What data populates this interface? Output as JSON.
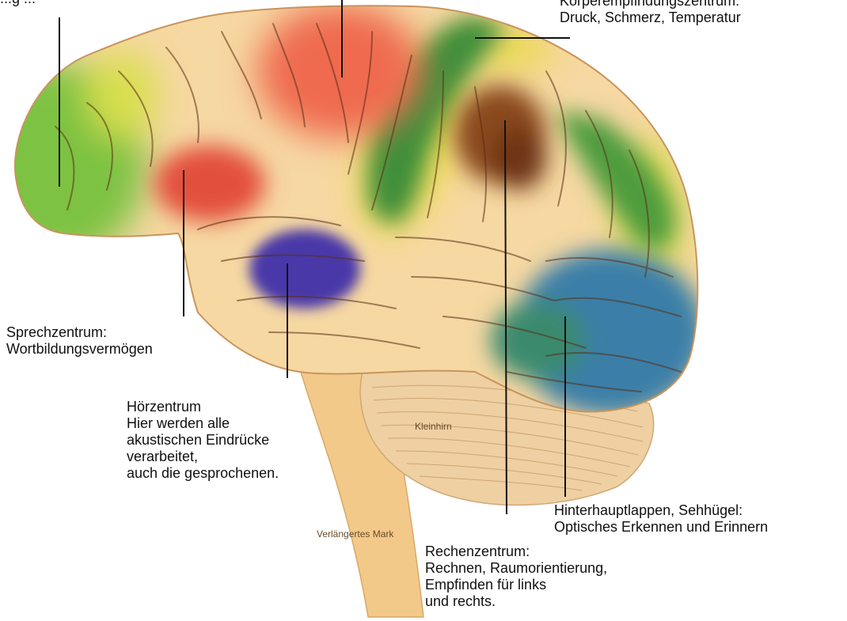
{
  "colors": {
    "background": "#ffffff",
    "brain_base": "#f6d8a2",
    "stem": "#f3c98a",
    "cerebellum": "#eed0a2",
    "frontal_green": "#7dc243",
    "motor_red": "#ef6b4f",
    "speech_red": "#e34f3c",
    "sensory_green": "#3f8f3a",
    "yellow": "#f1e04a",
    "calc_brown": "#8a4a1e",
    "auditory_blue": "#4837a8",
    "occipital_blue": "#3a7fa8",
    "leader_line": "#111111"
  },
  "labels": {
    "top_left_partial": "...g ...",
    "somato": [
      "Körperempfindungszentrum:",
      "Druck, Schmerz, Temperatur"
    ],
    "speech": [
      "Sprechzentrum:",
      "Wortbildungsvermögen"
    ],
    "hearing": [
      "Hörzentrum",
      "Hier werden alle",
      "akustischen Eindrücke",
      "verarbeitet,",
      "auch die gesprochenen."
    ],
    "occipital": [
      "Hinterhauptlappen, Sehhügel:",
      "Optisches Erkennen und Erinnern"
    ],
    "calculation": [
      "Rechenzentrum:",
      "Rechnen, Raumorientierung,",
      "Empfinden für links",
      "und rechts."
    ]
  },
  "drawing_labels": {
    "cerebellum": "Kleinhirn",
    "medulla": "Verlängertes Mark"
  }
}
